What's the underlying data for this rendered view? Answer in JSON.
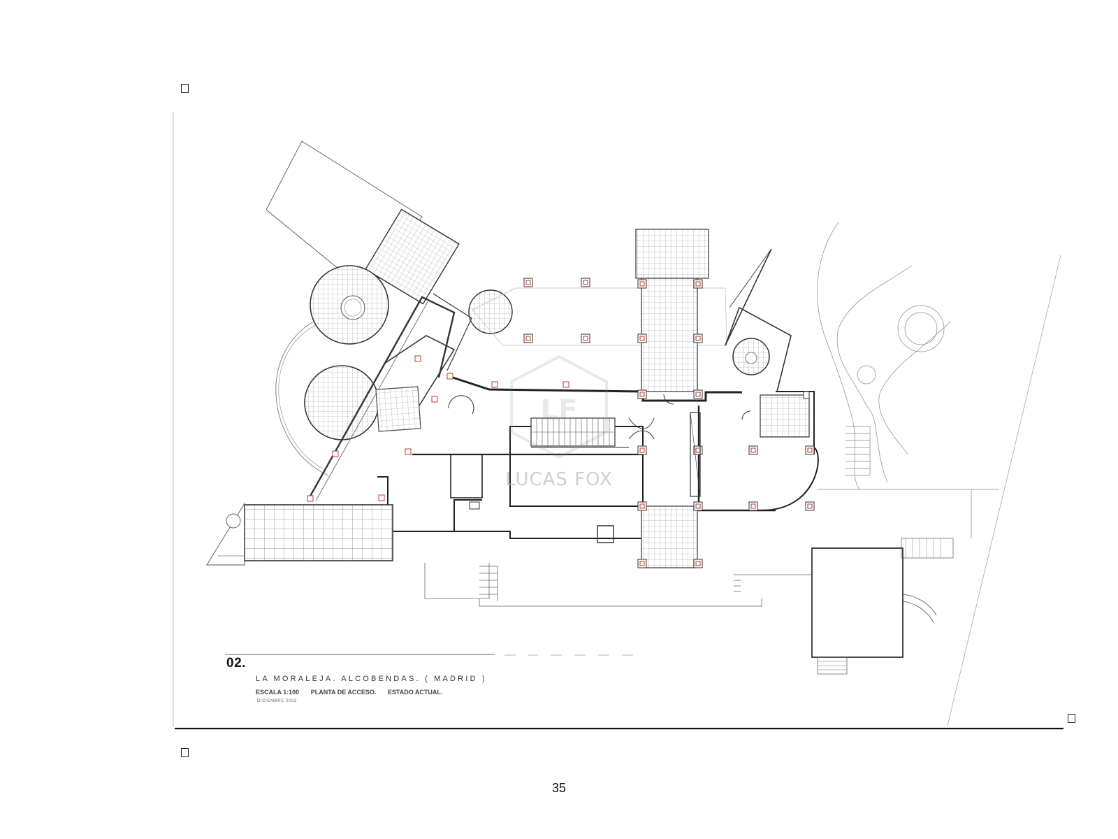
{
  "document": {
    "sheet_number": "02.",
    "title": "LA MORALEJA. ALCOBENDAS. ( MADRID )",
    "scale": "ESCALA 1:100",
    "plan_name": "PLANTA DE ACCESO.",
    "status": "ESTADO ACTUAL.",
    "date": "DICIEMBRE 2022",
    "page_number": "35"
  },
  "watermark": {
    "brand": "LUCAS FOX"
  },
  "markers": [
    "missing-glyph-box",
    "missing-glyph-box",
    "missing-glyph-box"
  ],
  "colors": {
    "line": "#222222",
    "grid": "#9a9a9a",
    "column_accent": "#c0392b"
  }
}
